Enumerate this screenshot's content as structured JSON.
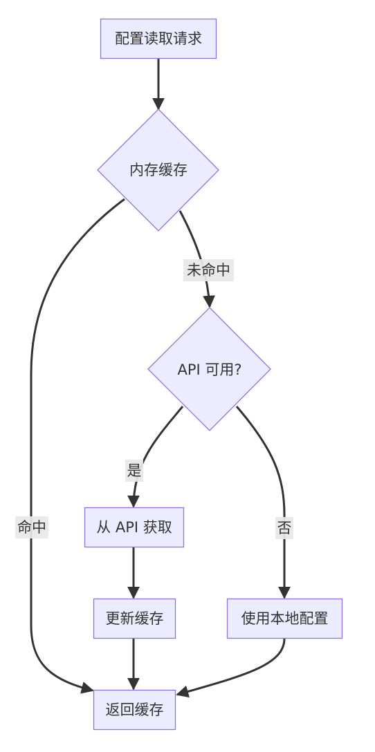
{
  "nodes": {
    "start": "配置读取请求",
    "memory_cache": "内存缓存",
    "api_available": "API 可用?",
    "fetch_api": "从 API 获取",
    "update_cache": "更新缓存",
    "use_local": "使用本地配置",
    "return_cache": "返回缓存"
  },
  "edges": {
    "miss": "未命中",
    "hit": "命中",
    "yes": "是",
    "no": "否"
  }
}
